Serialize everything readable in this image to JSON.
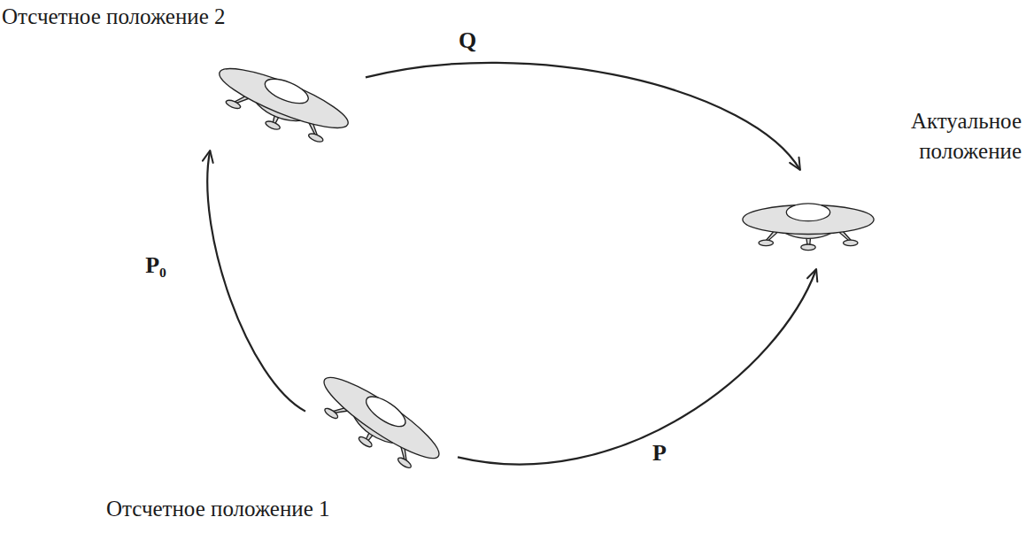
{
  "diagram": {
    "nodes": [
      {
        "text": [
          "Отсчетное положение 2"
        ]
      },
      {
        "text": [
          "Актуальное положение"
        ]
      },
      {
        "text": [
          "Отсчетное положение 1"
        ]
      }
    ],
    "edges": [
      {
        "from": 2,
        "to": 0,
        "arrow": "to",
        "label": "P₀"
      },
      {
        "from": 0,
        "to": 1,
        "arrow": "to",
        "label": "Q"
      },
      {
        "from": 2,
        "to": 1,
        "arrow": "to",
        "label": "P"
      }
    ]
  }
}
